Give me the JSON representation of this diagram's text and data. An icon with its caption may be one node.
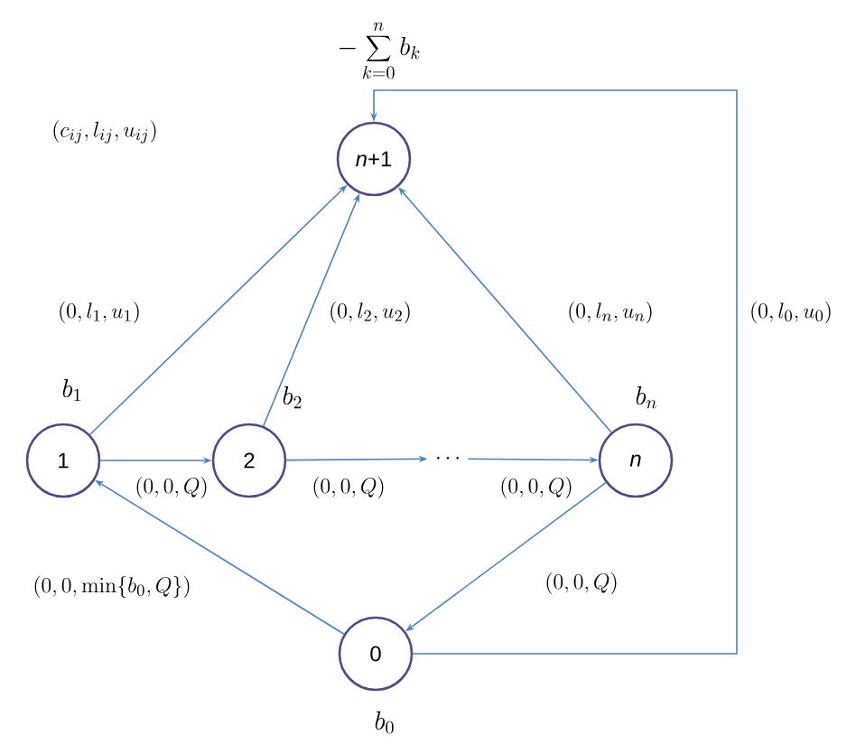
{
  "diagram": {
    "nodes": [
      {
        "text": [
          "*n*+1"
        ],
        "beside": [
          "-\\sum_{k=0}^{n} b_k"
        ]
      },
      {
        "text": [
          "1"
        ],
        "beside": [
          "b_1"
        ]
      },
      {
        "text": [
          "2"
        ],
        "beside": [
          "b_2"
        ]
      },
      {
        "text": [
          "*n*"
        ],
        "beside": [
          "b_n"
        ]
      },
      {
        "text": [
          "0"
        ],
        "beside": [
          "b_0"
        ]
      },
      {
        "text": [
          "\\cdots"
        ]
      }
    ],
    "edges": [
      {
        "from": 1,
        "to": 0,
        "arrow": "to",
        "label": "(0,l_1,u_1)"
      },
      {
        "from": 2,
        "to": 0,
        "arrow": "to",
        "label": "(0,l_2,u_2)"
      },
      {
        "from": 3,
        "to": 0,
        "arrow": "to",
        "label": "(0,l_n,u_n)"
      },
      {
        "from": 4,
        "to": 0,
        "arrow": "to",
        "label": "(0,l_0,u_0)"
      },
      {
        "from": 1,
        "to": 2,
        "arrow": "to",
        "label": "(0,0,Q)"
      },
      {
        "from": 2,
        "to": 5,
        "arrow": "to",
        "label": "(0,0,Q)"
      },
      {
        "from": 5,
        "to": 3,
        "arrow": "to",
        "label": "(0,0,Q)"
      },
      {
        "from": 3,
        "to": 4,
        "arrow": "to",
        "label": "(0,0,Q)"
      },
      {
        "from": 4,
        "to": 1,
        "arrow": "to",
        "label": "(0,0,\\min\\{b_0,Q\\})"
      }
    ],
    "labels": [
      "(c_{ij},l_{ij},u_{ij})"
    ]
  }
}
